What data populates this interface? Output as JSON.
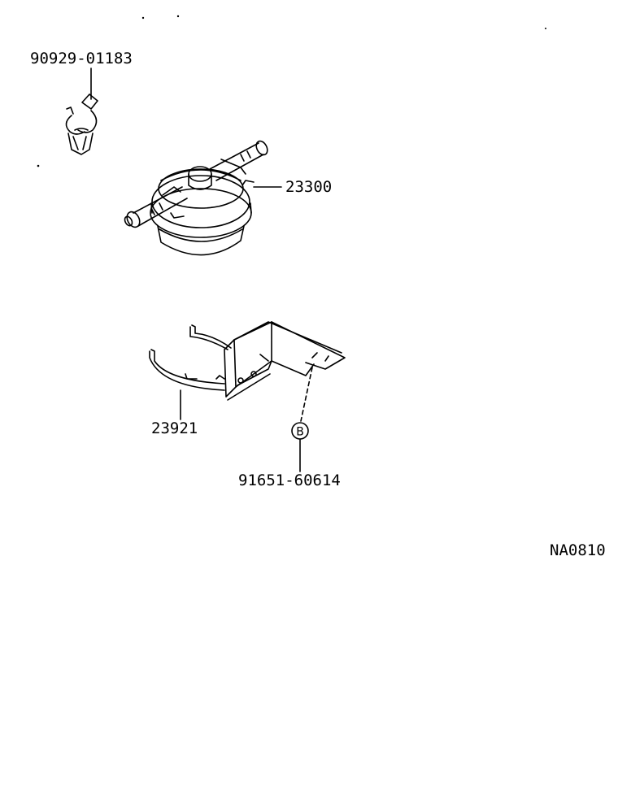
{
  "diagram": {
    "parts": [
      {
        "id": "clip",
        "part_number": "90929-01183"
      },
      {
        "id": "fuel-filter",
        "part_number": "23300"
      },
      {
        "id": "filter-bracket",
        "part_number": "23921"
      },
      {
        "id": "bolt",
        "part_number": "91651-60614",
        "callout": "B"
      }
    ],
    "drawing_code": "NA0810"
  }
}
